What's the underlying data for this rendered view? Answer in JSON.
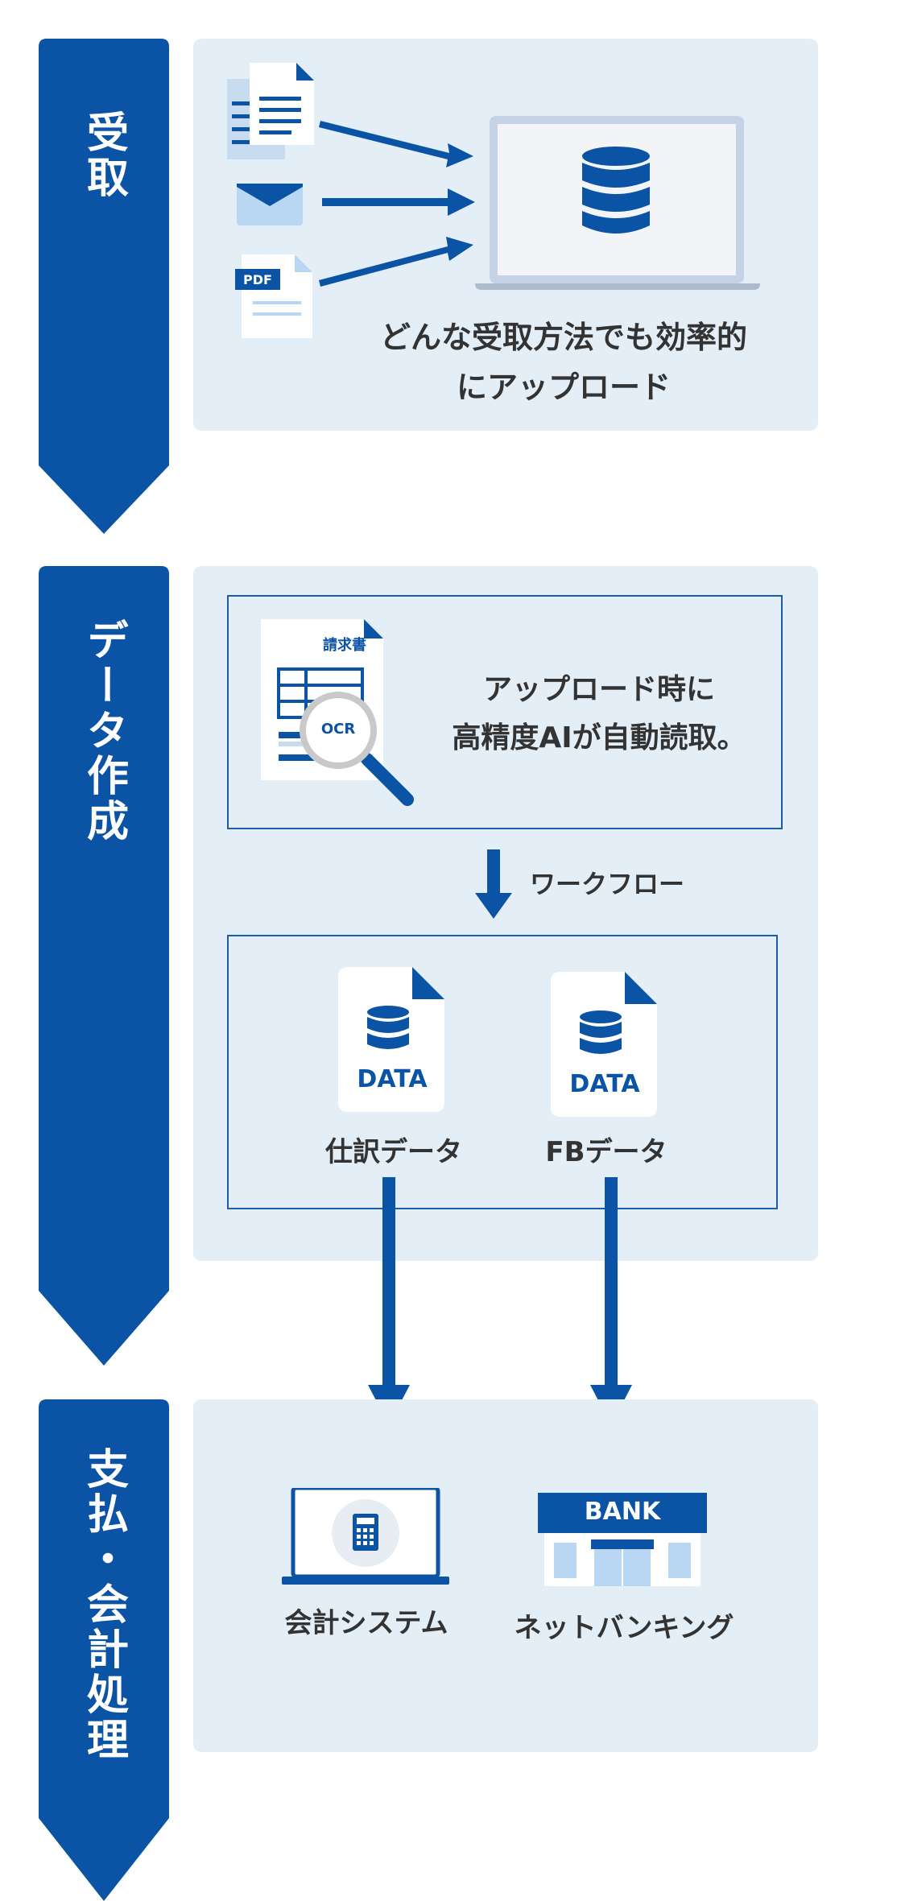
{
  "colors": {
    "primary": "#0b53a5",
    "panel": "#e3eef7",
    "light_blue": "#b9d7f2",
    "text": "#333333",
    "white": "#ffffff"
  },
  "stages": [
    {
      "label": "受取"
    },
    {
      "label": "データ作成"
    },
    {
      "label": "支払・会計処理"
    }
  ],
  "receive": {
    "icons": [
      "document-icon",
      "mail-icon",
      "pdf-file-icon",
      "arrow-icon",
      "laptop-icon",
      "database-icon"
    ],
    "pdf_badge": "PDF",
    "caption_line1": "どんな受取方法でも効率的",
    "caption_line2": "にアップロード"
  },
  "data_creation": {
    "invoice_title": "請求書",
    "ocr_badge": "OCR",
    "ocr_line1": "アップロード時に",
    "ocr_line2": "高精度AIが自動読取。",
    "workflow_label": "ワークフロー",
    "outputs": [
      {
        "badge": "DATA",
        "label": "仕訳データ"
      },
      {
        "badge": "DATA",
        "label": "FBデータ"
      }
    ]
  },
  "payment": {
    "accounting_label": "会計システム",
    "bank_sign": "BANK",
    "banking_label": "ネットバンキング"
  }
}
